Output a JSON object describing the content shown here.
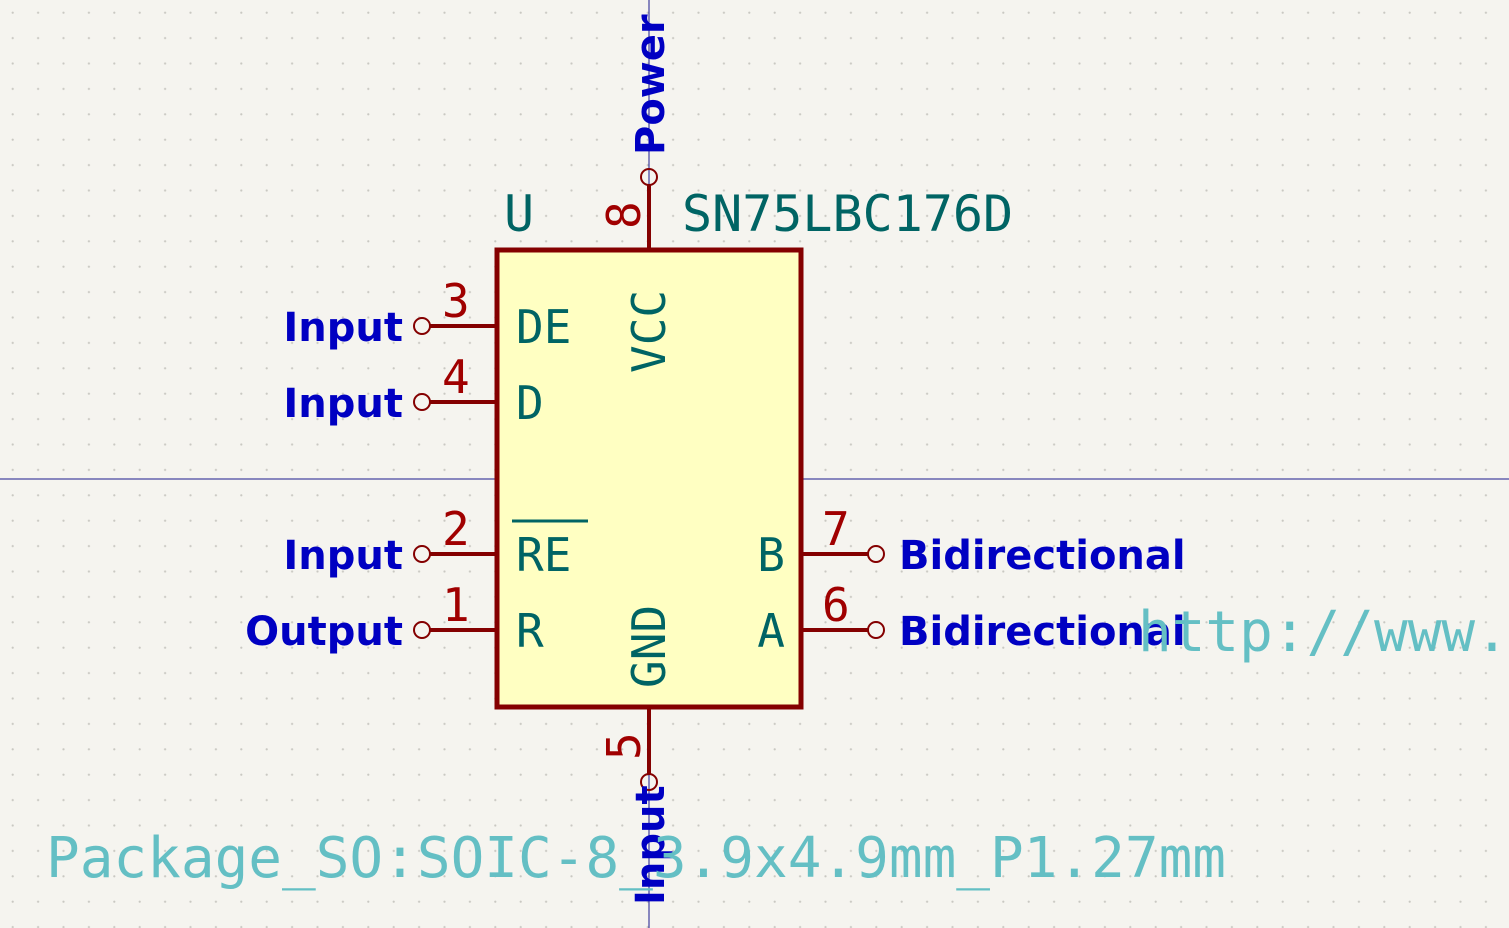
{
  "colors": {
    "background": "#f5f4ef",
    "grid_dot": "#c9c8c2",
    "axis_line": "#1a1a8c",
    "body_fill": "#ffffc2",
    "body_stroke": "#840000",
    "pin_line": "#840000",
    "pin_number": "#a00000",
    "pin_name": "#006464",
    "pin_type": "#0000c2",
    "reference": "#006464",
    "value": "#006464",
    "field_faded": "#64bfc4"
  },
  "component": {
    "reference": "U",
    "value": "SN75LBC176D",
    "footprint": "Package_SO:SOIC-8_3.9x4.9mm_P1.27mm",
    "datasheet": "http://www.ti"
  },
  "pins": {
    "p8": {
      "number": "8",
      "name": "VCC",
      "type": "Power i"
    },
    "p3": {
      "number": "3",
      "name": "DE",
      "type": "Input"
    },
    "p4": {
      "number": "4",
      "name": "D",
      "type": "Input"
    },
    "p2": {
      "number": "2",
      "name": "RE",
      "type": "Input"
    },
    "p1": {
      "number": "1",
      "name": "R",
      "type": "Output"
    },
    "p5": {
      "number": "5",
      "name": "GND",
      "type": "Input"
    },
    "p7": {
      "number": "7",
      "name": "B",
      "type": "Bidirectional"
    },
    "p6": {
      "number": "6",
      "name": "A",
      "type": "Bidirectional"
    }
  }
}
